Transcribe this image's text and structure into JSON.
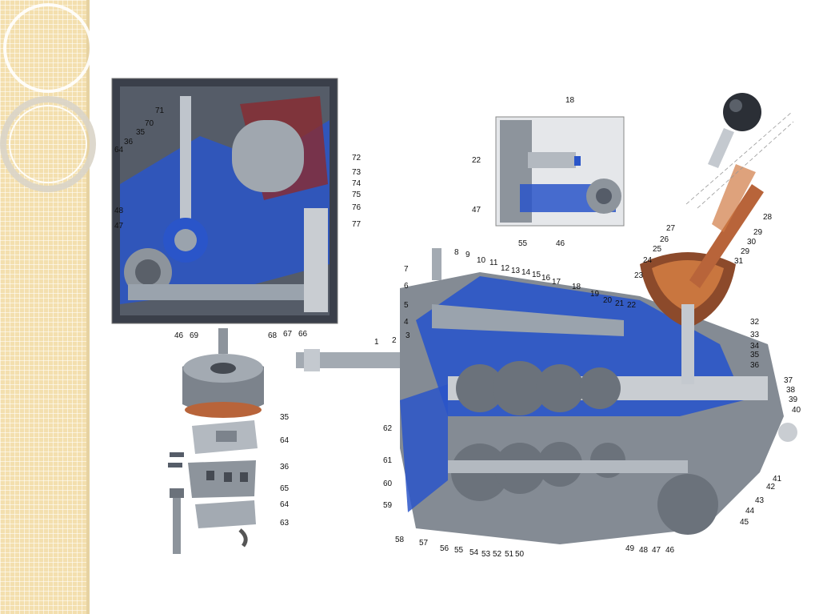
{
  "diagram": {
    "top_left_panel_labels": [
      "71",
      "70",
      "36",
      "35",
      "64",
      "48",
      "47",
      "72",
      "73",
      "74",
      "75",
      "76",
      "77",
      "46",
      "69",
      "68",
      "67",
      "66"
    ],
    "top_middle_panel_labels": [
      "18",
      "22",
      "47",
      "55",
      "46"
    ],
    "exploded_view_labels": [
      "35",
      "64",
      "36",
      "65",
      "64",
      "63"
    ],
    "main_view_labels": [
      "7",
      "8",
      "9",
      "10",
      "11",
      "12",
      "13",
      "14",
      "15",
      "16",
      "17",
      "18",
      "19",
      "20",
      "21",
      "22",
      "6",
      "5",
      "4",
      "3",
      "1",
      "2",
      "27",
      "28",
      "26",
      "29",
      "25",
      "30",
      "24",
      "29",
      "31",
      "23",
      "32",
      "33",
      "34",
      "35",
      "36",
      "37",
      "38",
      "39",
      "40",
      "62",
      "61",
      "60",
      "59",
      "41",
      "42",
      "43",
      "44",
      "45",
      "58",
      "57",
      "56",
      "55",
      "54",
      "53",
      "52",
      "51",
      "50",
      "49",
      "48",
      "47",
      "46"
    ]
  },
  "colors": {
    "strip": "#f3dfae",
    "housing_blue": "#2a55c9",
    "metal": "#9aa3ad",
    "dark": "#2b2f36",
    "copper": "#b8643a"
  }
}
